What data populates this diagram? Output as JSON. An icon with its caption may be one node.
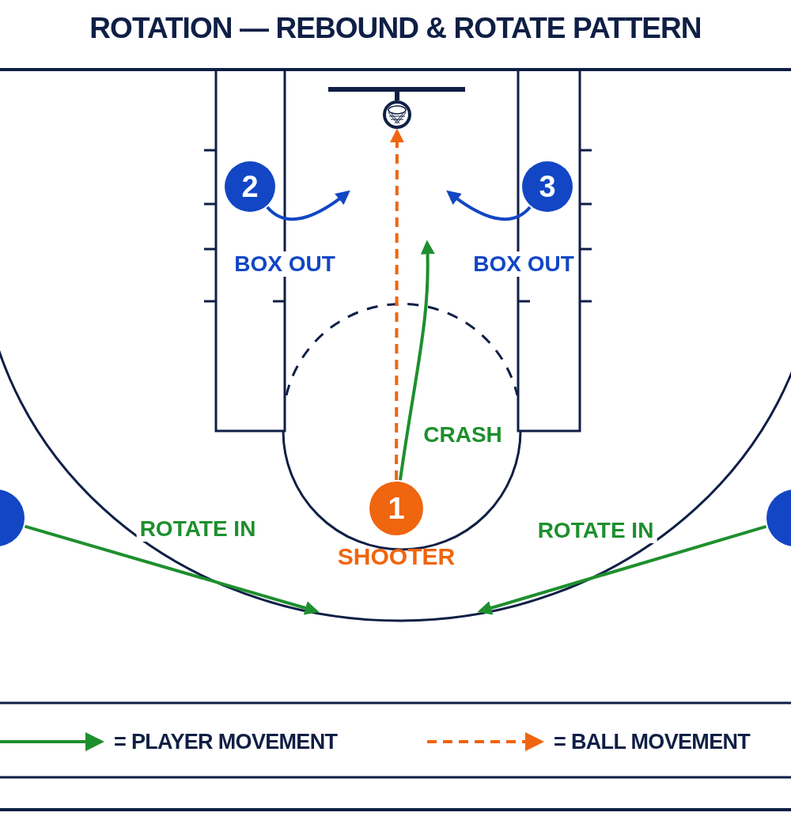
{
  "diagram": {
    "title": "ROTATION — REBOUND & ROTATE PATTERN",
    "nodes": [
      {
        "text": [
          "2"
        ]
      },
      {
        "text": [
          "3"
        ]
      },
      {
        "text": [
          "1"
        ],
        "beside": [
          "SHOOTER"
        ]
      },
      {
        "text": [],
        "shape": "circle"
      },
      {
        "text": [],
        "shape": "circle"
      },
      {
        "text": [],
        "shape": "hoop"
      }
    ],
    "edges": [
      {
        "from": 0,
        "to": null,
        "arrow": "to",
        "label": "BOX OUT",
        "color": "#1246c4"
      },
      {
        "from": 1,
        "to": null,
        "arrow": "to",
        "label": "BOX OUT",
        "color": "#1246c4"
      },
      {
        "from": 2,
        "to": null,
        "arrow": "to",
        "label": "CRASH"
      },
      {
        "from": 2,
        "to": 5,
        "arrow": "to",
        "style": "dashed",
        "color": "#f0650f"
      },
      {
        "from": 3,
        "to": null,
        "arrow": "to",
        "label": "ROTATE IN"
      },
      {
        "from": 4,
        "to": null,
        "arrow": "to",
        "label": "ROTATE IN"
      }
    ],
    "legend": [
      {
        "text": "= PLAYER MOVEMENT"
      },
      {
        "text": "= BALL MOVEMENT"
      }
    ]
  }
}
